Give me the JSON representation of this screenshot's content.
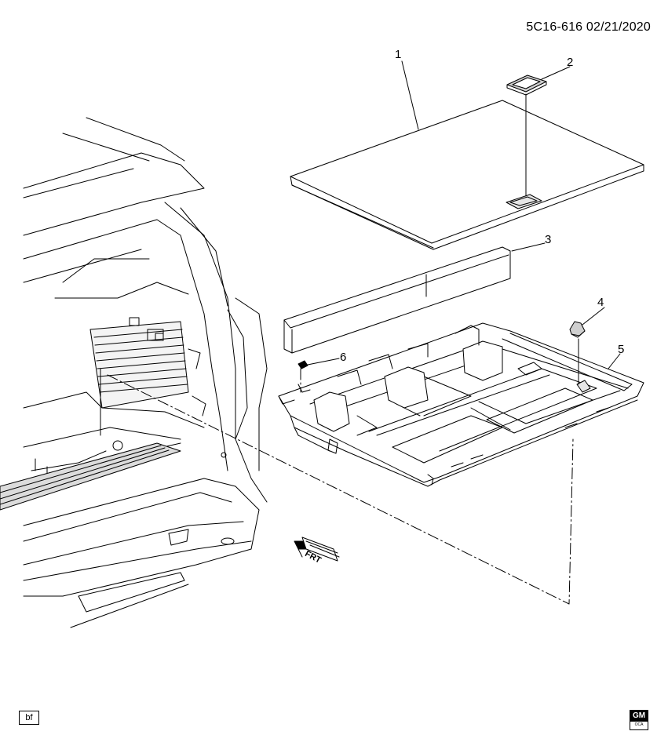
{
  "header": {
    "ref": "5C16-616  02/21/2020"
  },
  "callouts": [
    {
      "num": "1",
      "part": "cargo-floor-panel"
    },
    {
      "num": "2",
      "part": "handle"
    },
    {
      "num": "3",
      "part": "trim-panel"
    },
    {
      "num": "4",
      "part": "fastener-knob"
    },
    {
      "num": "5",
      "part": "storage-tray"
    },
    {
      "num": "6",
      "part": "clip"
    }
  ],
  "direction": {
    "label": "FRT"
  },
  "footer": {
    "code": "bf",
    "logo_text": "GM",
    "logo_sub": "OCA"
  },
  "colors": {
    "line": "#000000",
    "background": "#ffffff",
    "fill_light": "#e6e6e6"
  }
}
